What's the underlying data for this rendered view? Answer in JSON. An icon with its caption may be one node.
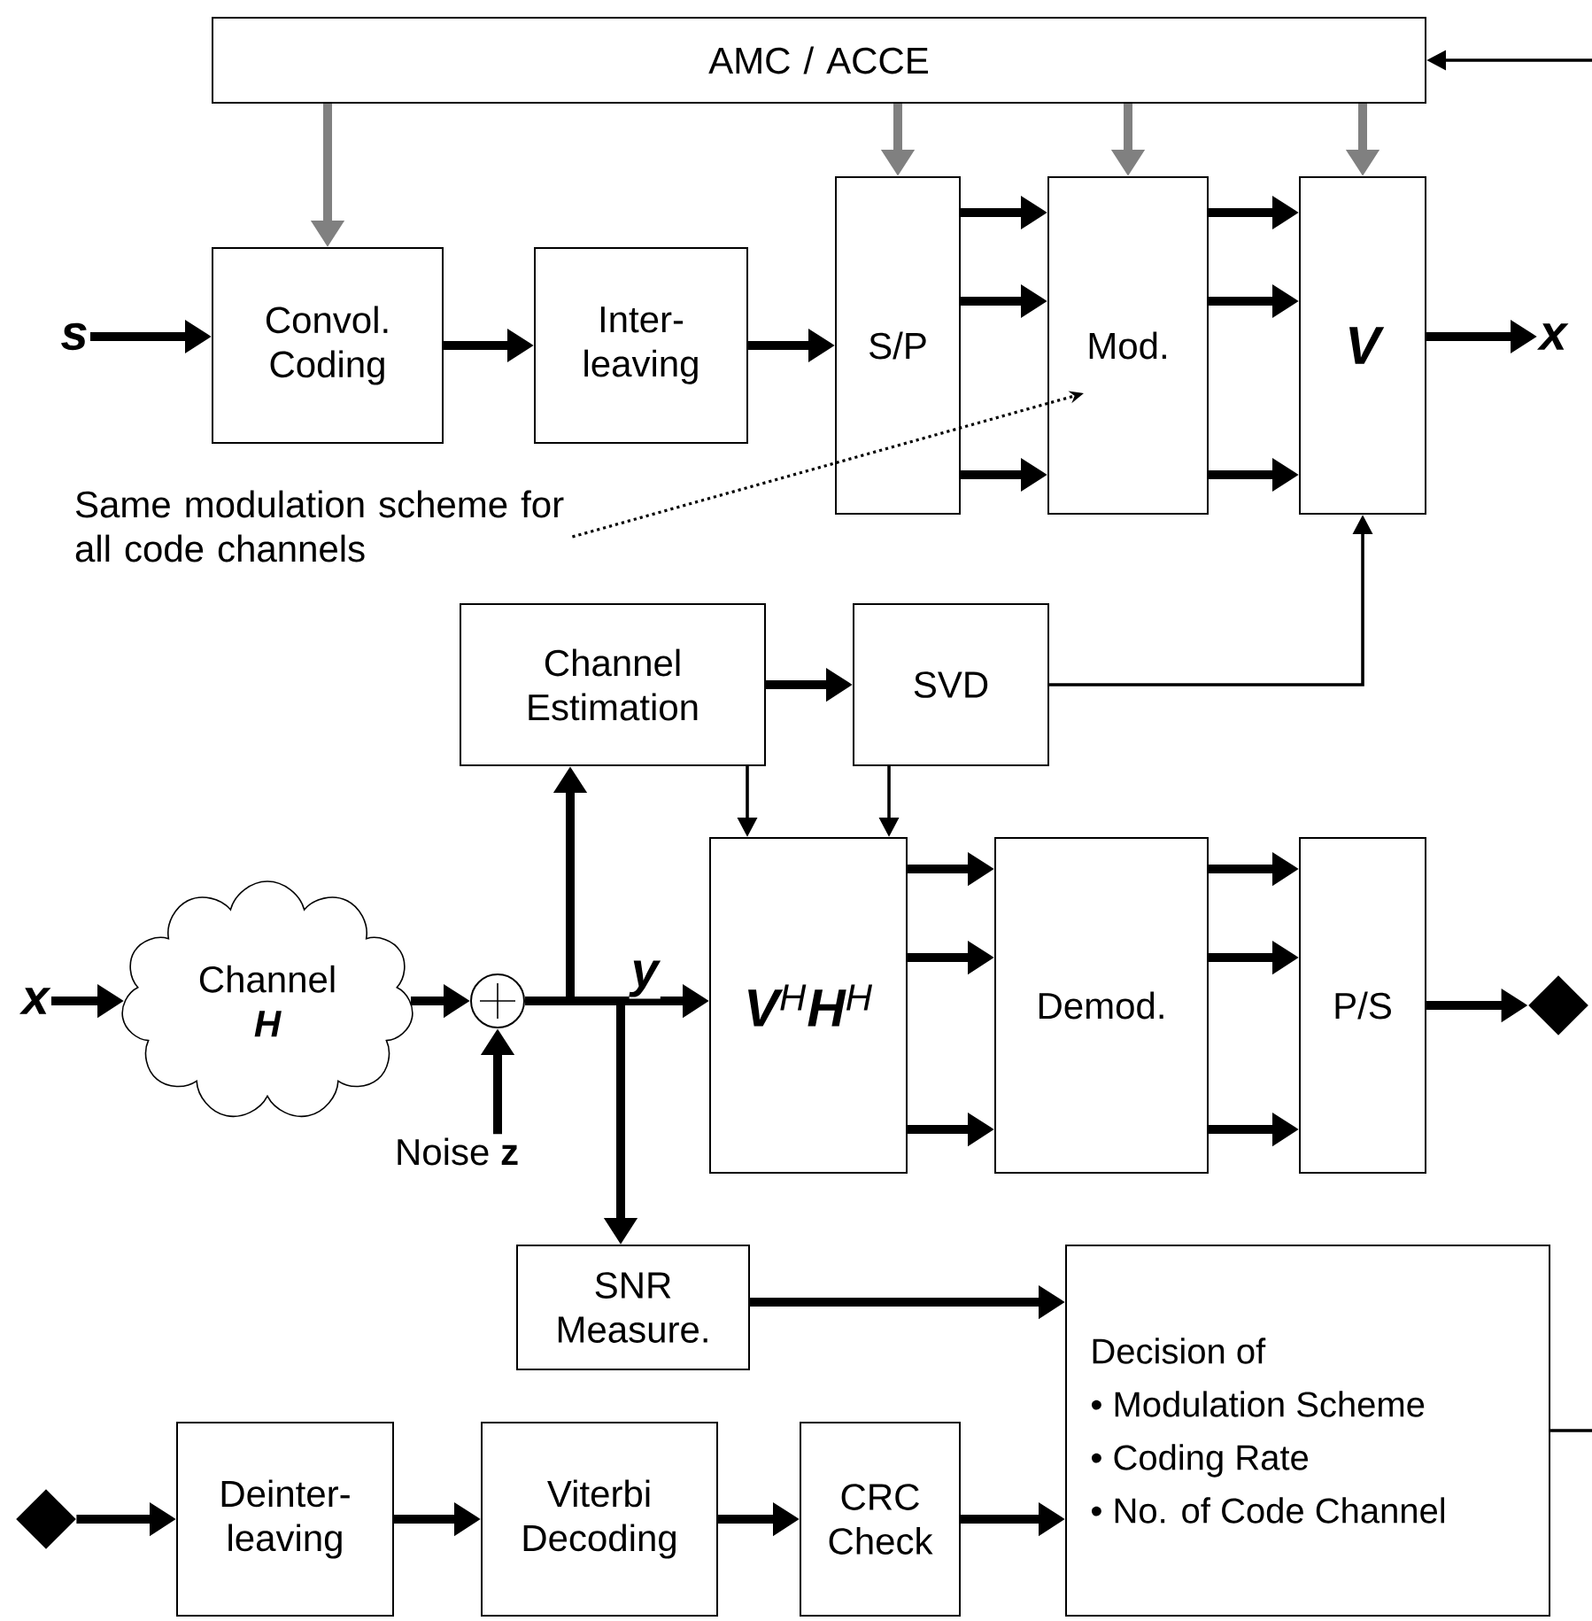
{
  "diagram": {
    "nodes": [
      {
        "text": [
          "AMC / ACCE"
        ]
      },
      {
        "text": [
          "s"
        ]
      },
      {
        "text": [
          "Convol. Coding"
        ]
      },
      {
        "text": [
          "Inter-leaving"
        ]
      },
      {
        "text": [
          "S/P"
        ]
      },
      {
        "text": [
          "Mod."
        ]
      },
      {
        "text": [
          "V"
        ]
      },
      {
        "text": [
          "x"
        ]
      },
      {
        "text": [
          "Same modulation scheme for all code channels"
        ]
      },
      {
        "text": [
          "Channel Estimation"
        ]
      },
      {
        "text": [
          "SVD"
        ]
      },
      {
        "text": [
          "x"
        ]
      },
      {
        "text": [
          "Channel",
          "H"
        ]
      },
      {
        "text": [],
        "shape": "circle"
      },
      {
        "text": [
          "Noise **z**"
        ]
      },
      {
        "text": [
          "**V**$^{H}$**H**$^{H}$"
        ]
      },
      {
        "text": [
          "Demod."
        ]
      },
      {
        "text": [
          "P/S"
        ]
      },
      {
        "text": [],
        "shape": "diamond"
      },
      {
        "text": [
          "SNR Measure."
        ]
      },
      {
        "text": [],
        "shape": "diamond"
      },
      {
        "text": [
          "Deinter-leaving"
        ]
      },
      {
        "text": [
          "Viterbi Decoding"
        ]
      },
      {
        "text": [
          "CRC Check"
        ]
      },
      {
        "text": [
          "Decision of",
          "• Modulation Scheme",
          "• Coding Rate",
          "• No. of Code Channel"
        ]
      }
    ],
    "edges": [
      {
        "from": 0,
        "to": 2,
        "arrow": "to",
        "color": "#808080"
      },
      {
        "from": 0,
        "to": 4,
        "arrow": "to",
        "color": "#808080"
      },
      {
        "from": 0,
        "to": 5,
        "arrow": "to",
        "color": "#808080"
      },
      {
        "from": 0,
        "to": 6,
        "arrow": "to",
        "color": "#808080"
      },
      {
        "from": null,
        "to": 0,
        "arrow": "to"
      },
      {
        "from": 1,
        "to": 2,
        "arrow": "to"
      },
      {
        "from": 2,
        "to": 3,
        "arrow": "to"
      },
      {
        "from": 3,
        "to": 4,
        "arrow": "to"
      },
      {
        "from": 4,
        "to": 5,
        "arrow": "to"
      },
      {
        "from": 4,
        "to": 5,
        "arrow": "to"
      },
      {
        "from": 4,
        "to": 5,
        "arrow": "to"
      },
      {
        "from": 5,
        "to": 6,
        "arrow": "to"
      },
      {
        "from": 5,
        "to": 6,
        "arrow": "to"
      },
      {
        "from": 5,
        "to": 6,
        "arrow": "to"
      },
      {
        "from": 6,
        "to": 7,
        "arrow": "to"
      },
      {
        "from": 8,
        "to": 5,
        "arrow": "to",
        "style": "dashed"
      },
      {
        "from": 9,
        "to": 10,
        "arrow": "to"
      },
      {
        "from": 10,
        "to": 6,
        "arrow": "to"
      },
      {
        "from": 9,
        "to": 15,
        "arrow": "to"
      },
      {
        "from": 10,
        "to": 15,
        "arrow": "to"
      },
      {
        "from": 11,
        "to": 12,
        "arrow": "to"
      },
      {
        "from": 12,
        "to": 13,
        "arrow": "to"
      },
      {
        "from": 14,
        "to": 13,
        "arrow": "to"
      },
      {
        "from": 13,
        "to": 9,
        "arrow": "to"
      },
      {
        "from": 13,
        "to": 15,
        "arrow": "to",
        "label": "y"
      },
      {
        "from": 13,
        "to": 19,
        "arrow": "to"
      },
      {
        "from": 15,
        "to": 16,
        "arrow": "to"
      },
      {
        "from": 15,
        "to": 16,
        "arrow": "to"
      },
      {
        "from": 15,
        "to": 16,
        "arrow": "to"
      },
      {
        "from": 16,
        "to": 17,
        "arrow": "to"
      },
      {
        "from": 16,
        "to": 17,
        "arrow": "to"
      },
      {
        "from": 16,
        "to": 17,
        "arrow": "to"
      },
      {
        "from": 17,
        "to": 18,
        "arrow": "to"
      },
      {
        "from": 19,
        "to": 24,
        "arrow": "to"
      },
      {
        "from": 20,
        "to": 21,
        "arrow": "to"
      },
      {
        "from": 21,
        "to": 22,
        "arrow": "to"
      },
      {
        "from": 22,
        "to": 23,
        "arrow": "to"
      },
      {
        "from": 23,
        "to": 24,
        "arrow": "to"
      },
      {
        "from": 24,
        "to": null,
        "arrow": "none"
      }
    ]
  }
}
